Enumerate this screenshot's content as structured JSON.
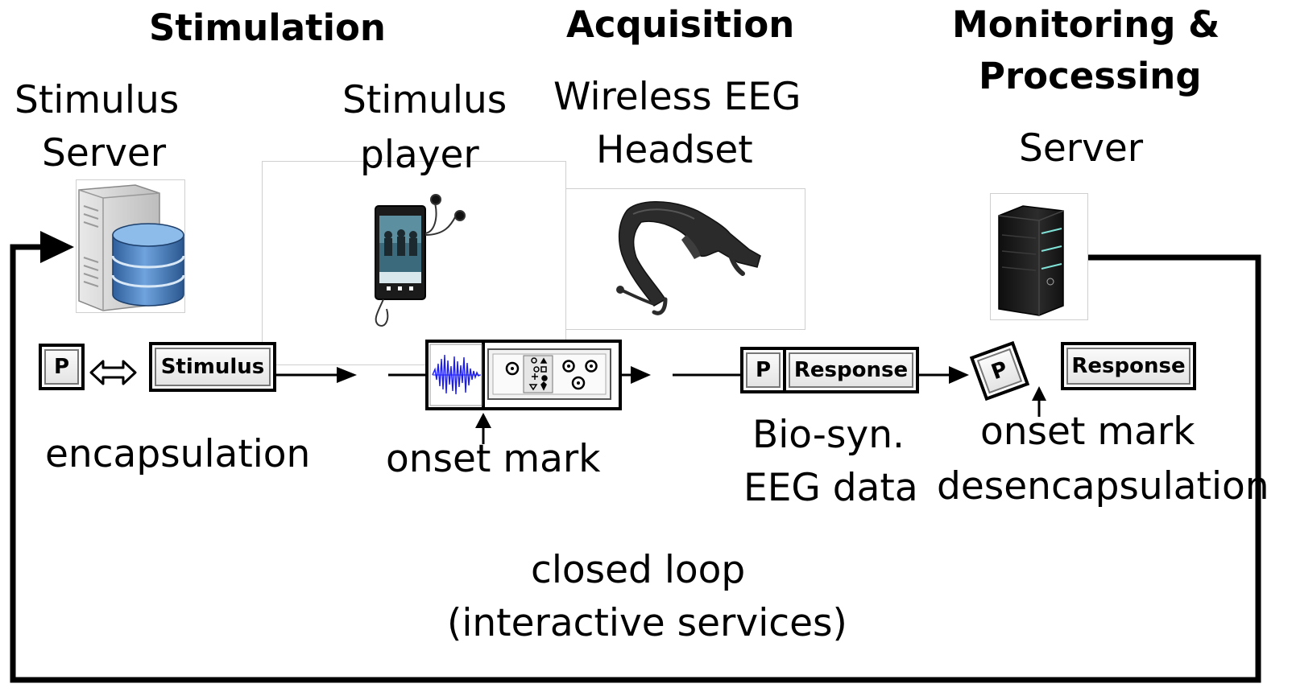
{
  "sections": {
    "stimulation": "Stimulation",
    "acquisition": "Acquisition",
    "monitoring_line1": "Monitoring &",
    "monitoring_line2": "Processing"
  },
  "devices": {
    "stimulus_server_line1": "Stimulus",
    "stimulus_server_line2": "Server",
    "stimulus_player_line1": "Stimulus",
    "stimulus_player_line2": "player",
    "headset_line1": "Wireless EEG",
    "headset_line2": "Headset",
    "server": "Server"
  },
  "boxes": {
    "p_label": "P",
    "stimulus": "Stimulus",
    "response": "Response"
  },
  "captions": {
    "encapsulation": "encapsulation",
    "onset_mark": "onset mark",
    "bio_syn_line1": "Bio-syn.",
    "bio_syn_line2": "EEG data",
    "desencapsulation": "desencapsulation",
    "closed_loop_line1": "closed loop",
    "closed_loop_line2": "(interactive services)"
  },
  "colors": {
    "line": "#000000",
    "waveform": "#1a1aff",
    "db_blue": "#3f78bd",
    "headset": "#2b2b2b"
  }
}
